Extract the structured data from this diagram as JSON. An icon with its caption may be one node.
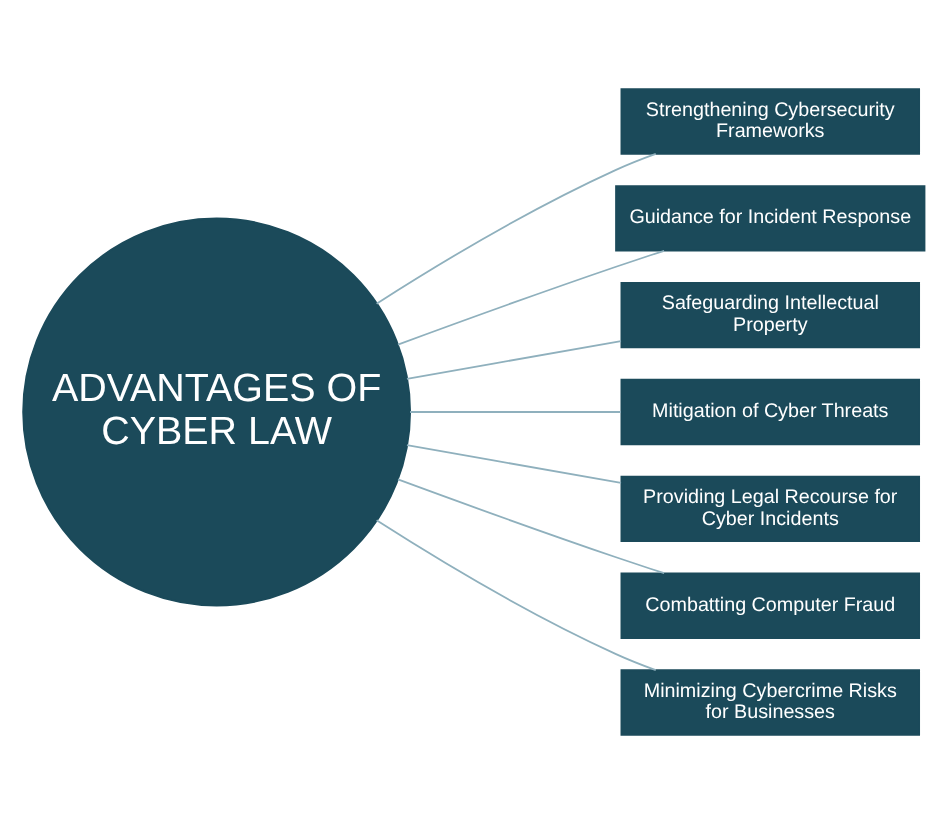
{
  "diagram": {
    "nodes": [
      {
        "text": [
          "ADVANTAGES OF CYBER LAW"
        ]
      },
      {
        "text": [
          "Strengthening Cybersecurity Frameworks"
        ]
      },
      {
        "text": [
          "Guidance for Incident Response"
        ]
      },
      {
        "text": [
          "Safeguarding Intellectual Property"
        ]
      },
      {
        "text": [
          "Mitigation of Cyber Threats"
        ]
      },
      {
        "text": [
          "Providing Legal Recourse for Cyber Incidents"
        ]
      },
      {
        "text": [
          "Combatting Computer Fraud"
        ]
      },
      {
        "text": [
          "Minimizing Cybercrime Risks for Businesses"
        ]
      }
    ],
    "edges": [
      {
        "from": 0,
        "to": 1,
        "arrow": "none"
      },
      {
        "from": 0,
        "to": 2,
        "arrow": "none"
      },
      {
        "from": 0,
        "to": 3,
        "arrow": "none"
      },
      {
        "from": 0,
        "to": 4,
        "arrow": "none"
      },
      {
        "from": 0,
        "to": 5,
        "arrow": "none"
      },
      {
        "from": 0,
        "to": 6,
        "arrow": "none"
      },
      {
        "from": 0,
        "to": 7,
        "arrow": "none"
      }
    ]
  }
}
